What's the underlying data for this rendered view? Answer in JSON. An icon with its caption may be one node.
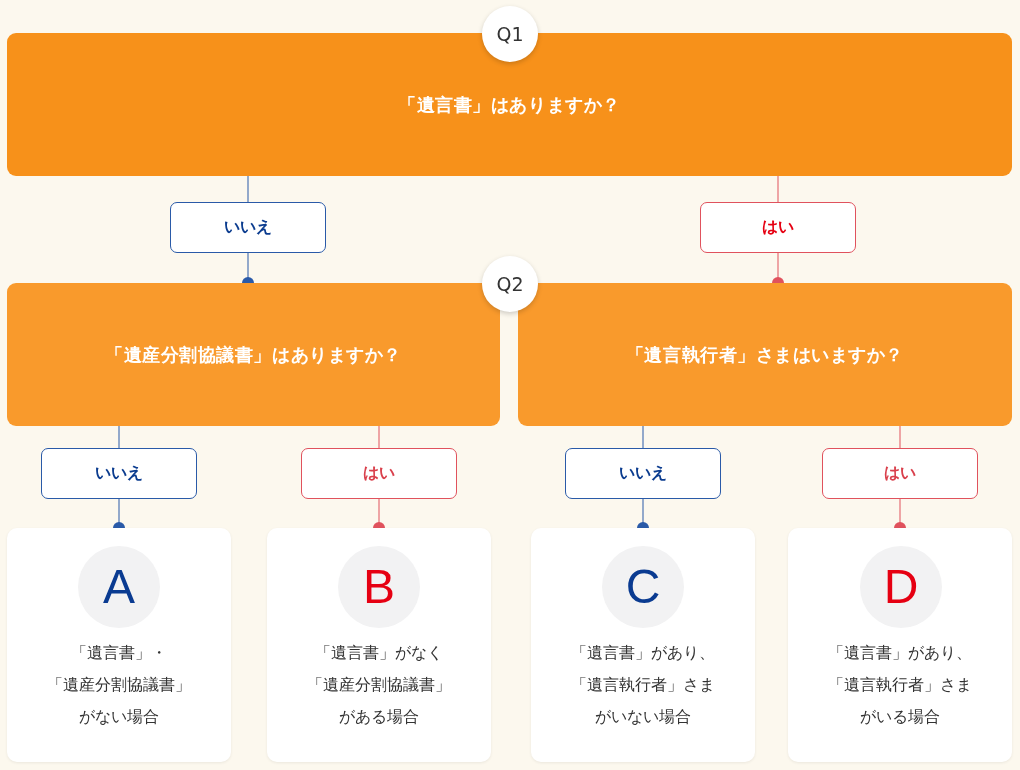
{
  "diagram": {
    "nodes": [
      {
        "text": [
          "Q1"
        ]
      },
      {
        "text": [
          "「遺言書」はありますか？"
        ]
      },
      {
        "text": [
          "いいえ"
        ]
      },
      {
        "text": [
          "はい"
        ]
      },
      {
        "text": [
          "Q2"
        ]
      },
      {
        "text": [
          "「遺産分割協議書」はありますか？"
        ]
      },
      {
        "text": [
          "「遺言執行者」さまはいますか？"
        ]
      },
      {
        "text": [
          "いいえ"
        ]
      },
      {
        "text": [
          "はい"
        ]
      },
      {
        "text": [
          "いいえ"
        ]
      },
      {
        "text": [
          "はい"
        ]
      },
      {
        "text": [
          "「遺言書」・「遺産分割協議書」がない場合"
        ]
      },
      {
        "text": [
          "A"
        ],
        "in": 11
      },
      {
        "text": [
          "「遺言書」がなく「遺産分割協議書」がある場合"
        ]
      },
      {
        "text": [
          "B"
        ],
        "in": 13
      },
      {
        "text": [
          "「遺言書」があり、「遺言執行者」さまがいない場合"
        ]
      },
      {
        "text": [
          "C"
        ],
        "in": 15
      },
      {
        "text": [
          "「遺言書」があり、「遺言執行者」さまがいる場合"
        ]
      },
      {
        "text": [
          "D"
        ],
        "in": 17
      }
    ],
    "edges": [
      {
        "from": 1,
        "to": 2,
        "arrow": "none",
        "color": "#2a5aa8"
      },
      {
        "from": 2,
        "to": 5,
        "arrow": "other",
        "color": "#2a5aa8"
      },
      {
        "from": 1,
        "to": 3,
        "arrow": "none",
        "color": "#e0525d"
      },
      {
        "from": 3,
        "to": 6,
        "arrow": "other",
        "color": "#e0525d"
      },
      {
        "from": 5,
        "to": 7,
        "arrow": "none",
        "color": "#2a5aa8"
      },
      {
        "from": 7,
        "to": 11,
        "arrow": "other",
        "color": "#2a5aa8"
      },
      {
        "from": 5,
        "to": 8,
        "arrow": "none",
        "color": "#e0525d"
      },
      {
        "from": 8,
        "to": 13,
        "arrow": "other",
        "color": "#e0525d"
      },
      {
        "from": 6,
        "to": 9,
        "arrow": "none",
        "color": "#2a5aa8"
      },
      {
        "from": 9,
        "to": 15,
        "arrow": "other",
        "color": "#2a5aa8"
      },
      {
        "from": 6,
        "to": 10,
        "arrow": "none",
        "color": "#e0525d"
      },
      {
        "from": 10,
        "to": 17,
        "arrow": "other",
        "color": "#e0525d"
      }
    ]
  }
}
